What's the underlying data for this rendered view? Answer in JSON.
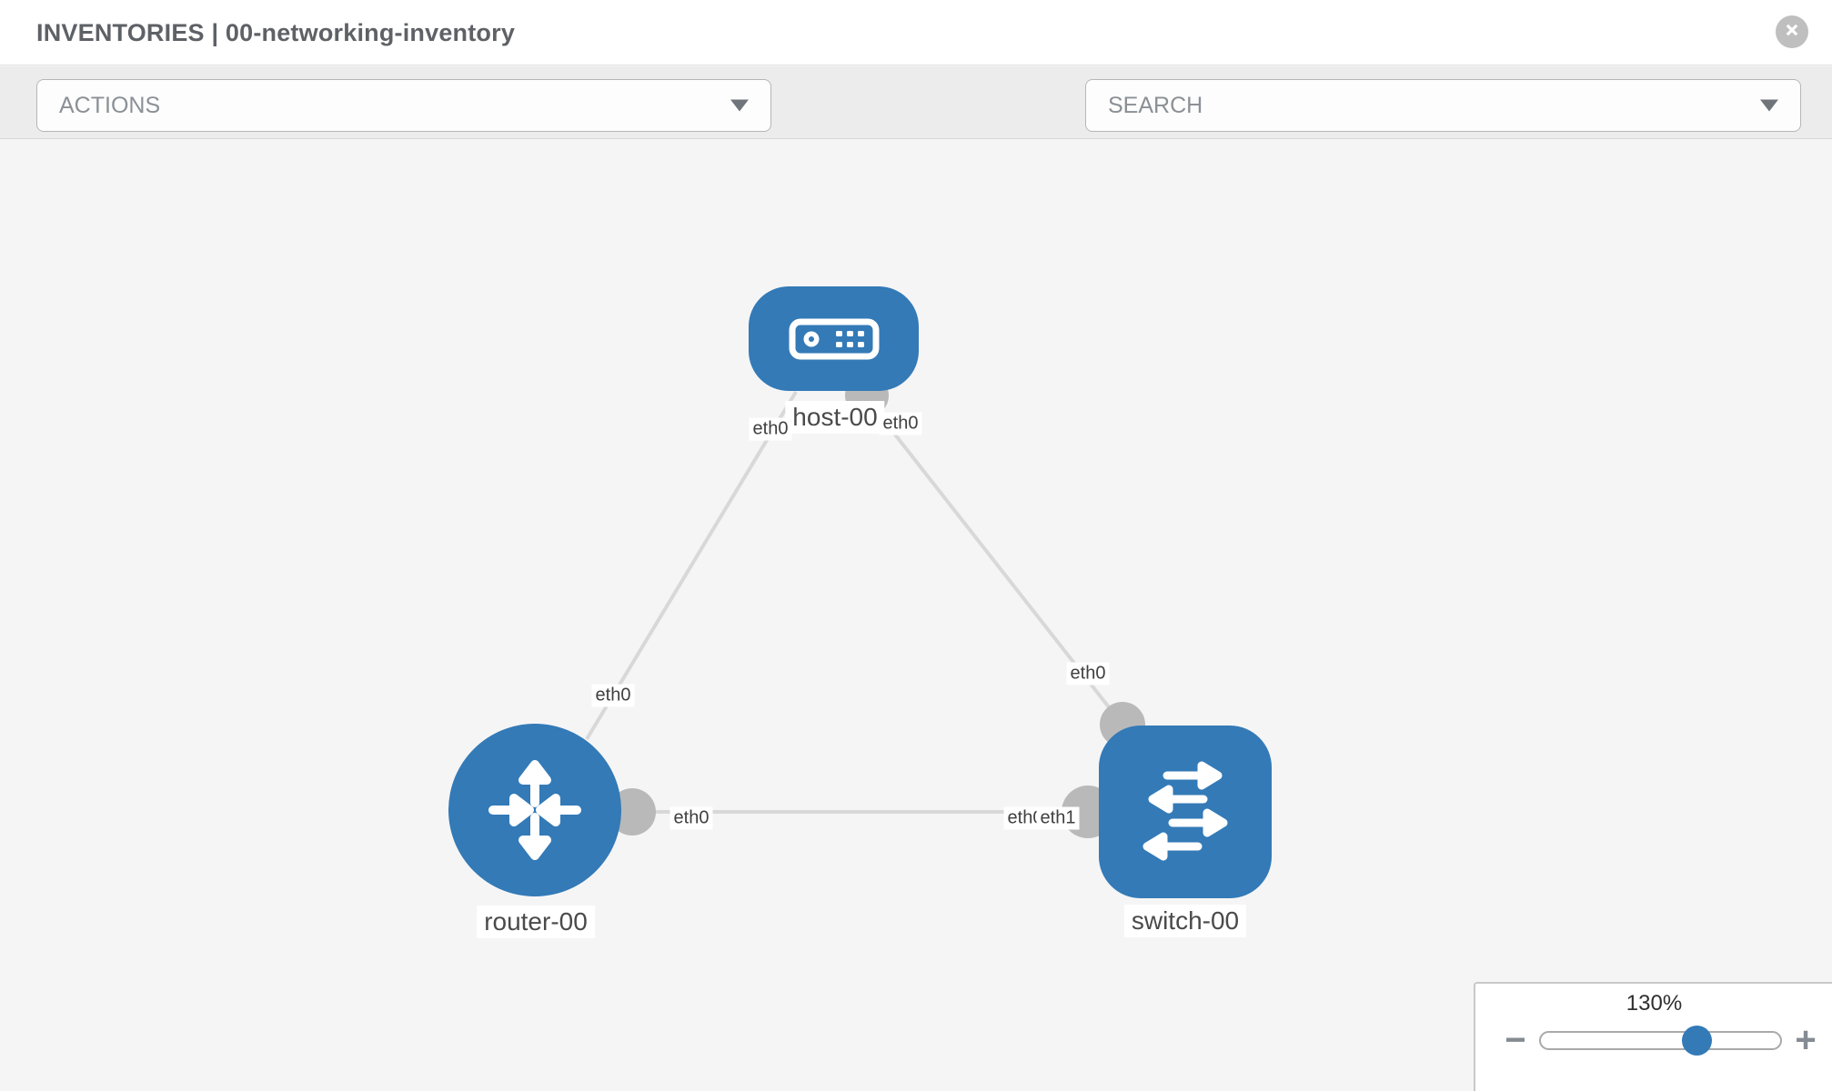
{
  "header": {
    "title": "INVENTORIES | 00-networking-inventory",
    "close_icon": "close-icon"
  },
  "toolbar": {
    "actions_label": "ACTIONS",
    "search_label": "SEARCH",
    "icons": [
      "wrench-icon",
      "key-icon"
    ],
    "accent_color": "#337ab7"
  },
  "canvas": {
    "nodes": [
      {
        "id": "host-00",
        "type": "host",
        "label": "host-00",
        "icon": "host-icon",
        "color": "#337ab7"
      },
      {
        "id": "router-00",
        "type": "router",
        "label": "router-00",
        "icon": "router-icon",
        "color": "#337ab7"
      },
      {
        "id": "switch-00",
        "type": "switch",
        "label": "switch-00",
        "icon": "switch-icon",
        "color": "#337ab7"
      }
    ],
    "links": [
      {
        "from": "host-00",
        "from_if": "eth0",
        "to": "router-00",
        "to_if": "eth0"
      },
      {
        "from": "host-00",
        "from_if": "eth0",
        "to": "switch-00",
        "to_if": "eth0"
      },
      {
        "from": "router-00",
        "from_if": "eth0",
        "to": "switch-00",
        "to_if": "eth1",
        "overlapped_label": "eth0"
      }
    ],
    "link_color": "#d8d8d8",
    "connector_color": "#b9b9b9"
  },
  "zoom_control": {
    "level": "130%",
    "minus_label": "−",
    "plus_label": "+"
  }
}
